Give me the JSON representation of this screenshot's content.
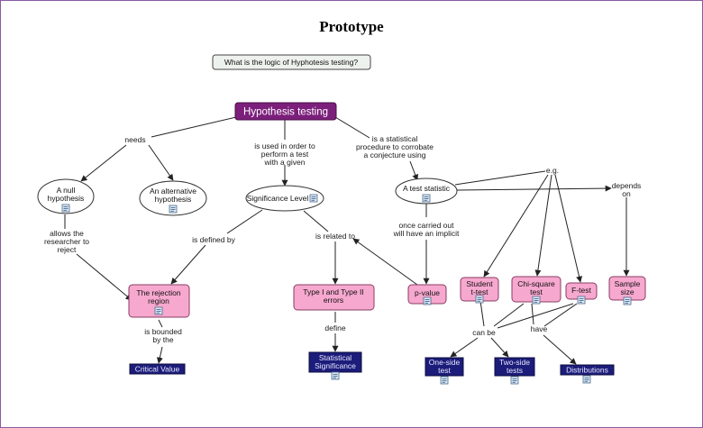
{
  "page_title": "Prototype",
  "question": "What is the logic of Hyphotesis testing?",
  "concepts": {
    "hypothesis_testing": "Hypothesis testing",
    "null_hypothesis": [
      "A null",
      "hypothesis"
    ],
    "alt_hypothesis": [
      "An alternative",
      "hypothesis"
    ],
    "significance_level": "Significance Level",
    "test_statistic": "A test statistic",
    "rejection_region": [
      "The rejection",
      "region"
    ],
    "type_errors": [
      "Type I and Type II",
      "errors"
    ],
    "p_value": "p-value",
    "student_t": [
      "Student",
      "t-test"
    ],
    "chi_square": [
      "Chi-square",
      "test"
    ],
    "f_test": "F-test",
    "sample_size": [
      "Sample",
      "size"
    ],
    "critical_value": "Critical Value",
    "statistical_significance": [
      "Statistical",
      "Significance"
    ],
    "one_side": [
      "One-side",
      "test"
    ],
    "two_side": [
      "Two-side",
      "tests"
    ],
    "distributions": "Distributions"
  },
  "links": {
    "needs": "needs",
    "used_to": [
      "is used in order to",
      "perform a test",
      "with a given"
    ],
    "statistical_procedure": [
      "is a statistical",
      "procedure to corrobate",
      "a conjecture using"
    ],
    "eg": "e.g.",
    "depends_on": [
      "depends",
      "on"
    ],
    "allows": [
      "allows the",
      "researcher to",
      "reject"
    ],
    "defined_by": "is defined by",
    "related_to": "is related to",
    "carried_out": [
      "once carried out",
      "will have an implicit"
    ],
    "bounded_by": [
      "is bounded",
      "by the"
    ],
    "define": "define",
    "can_be": "can be",
    "have": "have"
  },
  "colors": {
    "root_fill": "#7b1f7b",
    "pink_fill": "#f7a8cf",
    "navy_fill": "#1c1c7a",
    "question_fill": "#eef2ee",
    "ellipse_fill": "#ffffff"
  }
}
